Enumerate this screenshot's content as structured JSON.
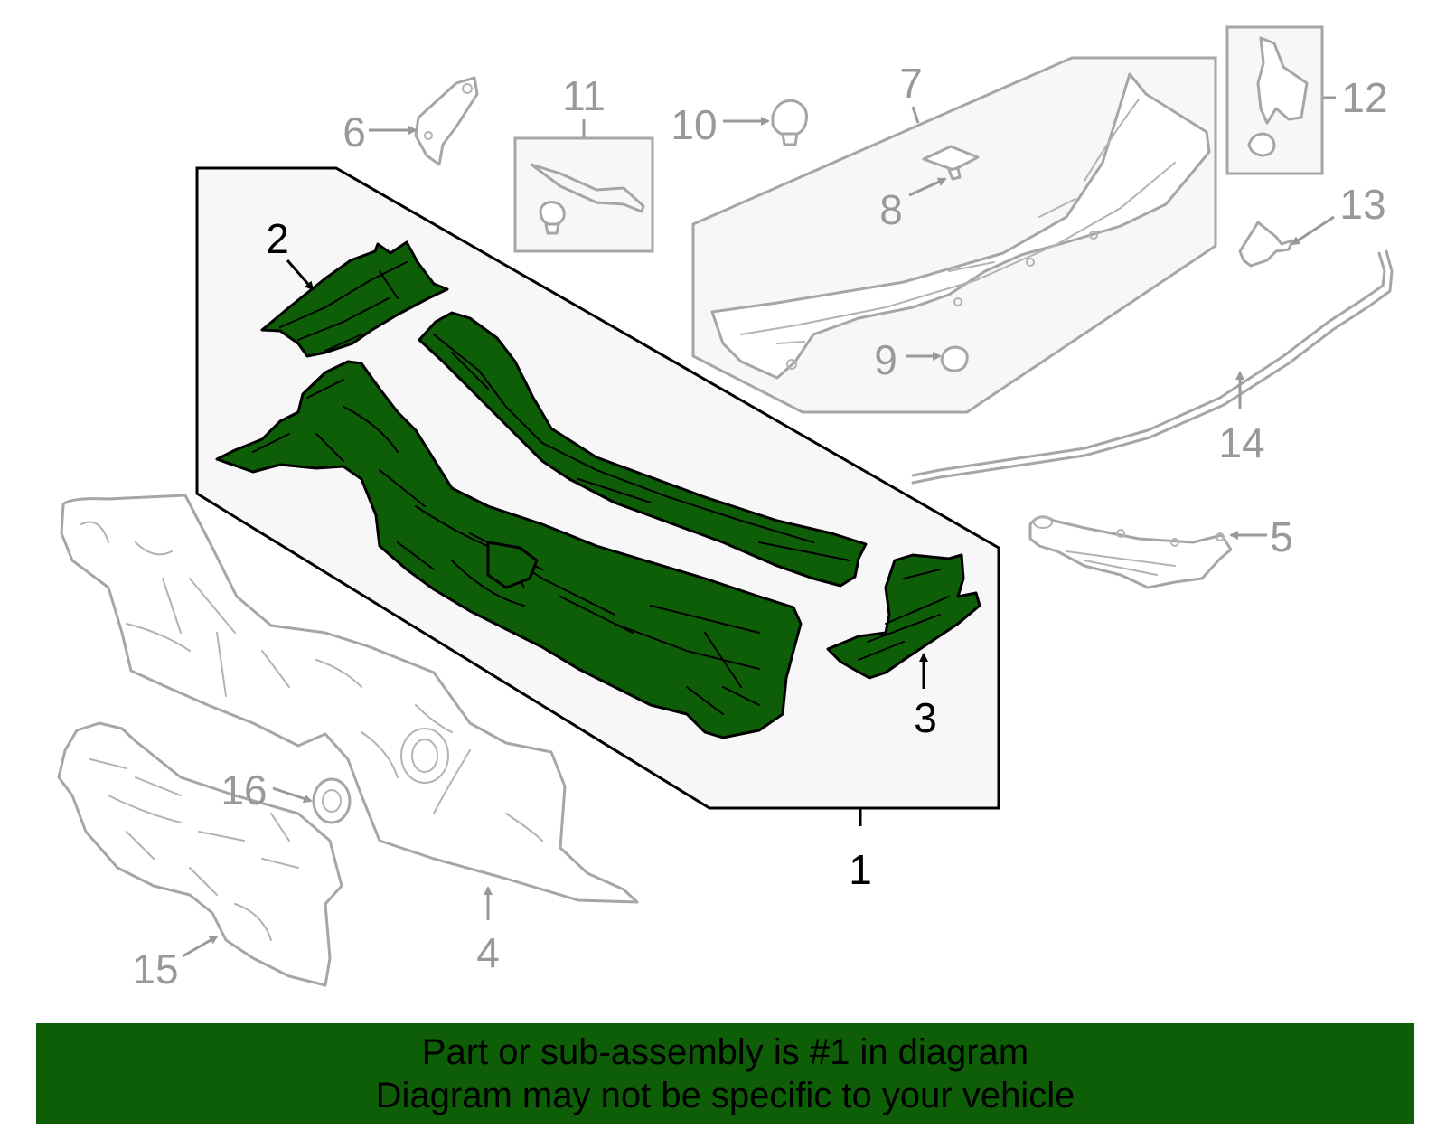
{
  "diagram": {
    "callouts": {
      "c1": "1",
      "c2": "2",
      "c3": "3",
      "c4": "4",
      "c5": "5",
      "c6": "6",
      "c7": "7",
      "c8": "8",
      "c9": "9",
      "c10": "10",
      "c11": "11",
      "c12": "12",
      "c13": "13",
      "c14": "14",
      "c15": "15",
      "c16": "16"
    },
    "highlight_color": "#0e5e08",
    "ghost_color": "#a6a6a6",
    "callout_grey": "#999999"
  },
  "banner": {
    "line1": "Part or sub-assembly is #1 in diagram",
    "line2": "Diagram may not be specific to your vehicle",
    "background": "#0e5e08"
  }
}
